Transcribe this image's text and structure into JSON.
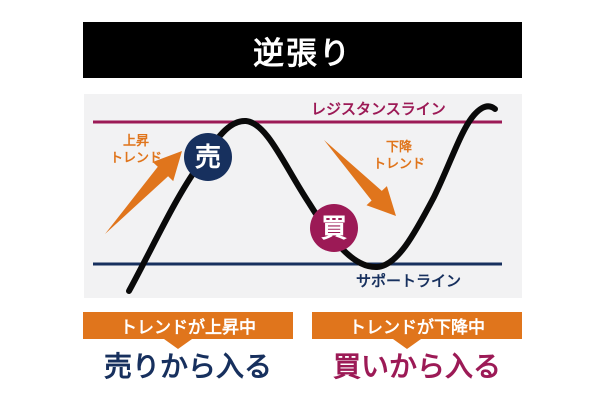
{
  "title": "逆張り",
  "diagram": {
    "resistance_label": "レジスタンスライン",
    "support_label": "サポートライン",
    "uptrend_label": [
      "上昇",
      "トレンド"
    ],
    "downtrend_label": [
      "下降",
      "トレンド"
    ],
    "sell_marker": "売",
    "buy_marker": "買"
  },
  "callouts": {
    "left": {
      "condition": "トレンドが上昇中",
      "action": "売りから入る"
    },
    "right": {
      "condition": "トレンドが下降中",
      "action": "買いから入る"
    }
  },
  "colors": {
    "orange": "#E0751C",
    "navy": "#17305E",
    "magenta": "#9C1A56",
    "title_bg": "#000000",
    "chart_bg": "#F2F2F3",
    "curve": "#0A0A0A"
  }
}
